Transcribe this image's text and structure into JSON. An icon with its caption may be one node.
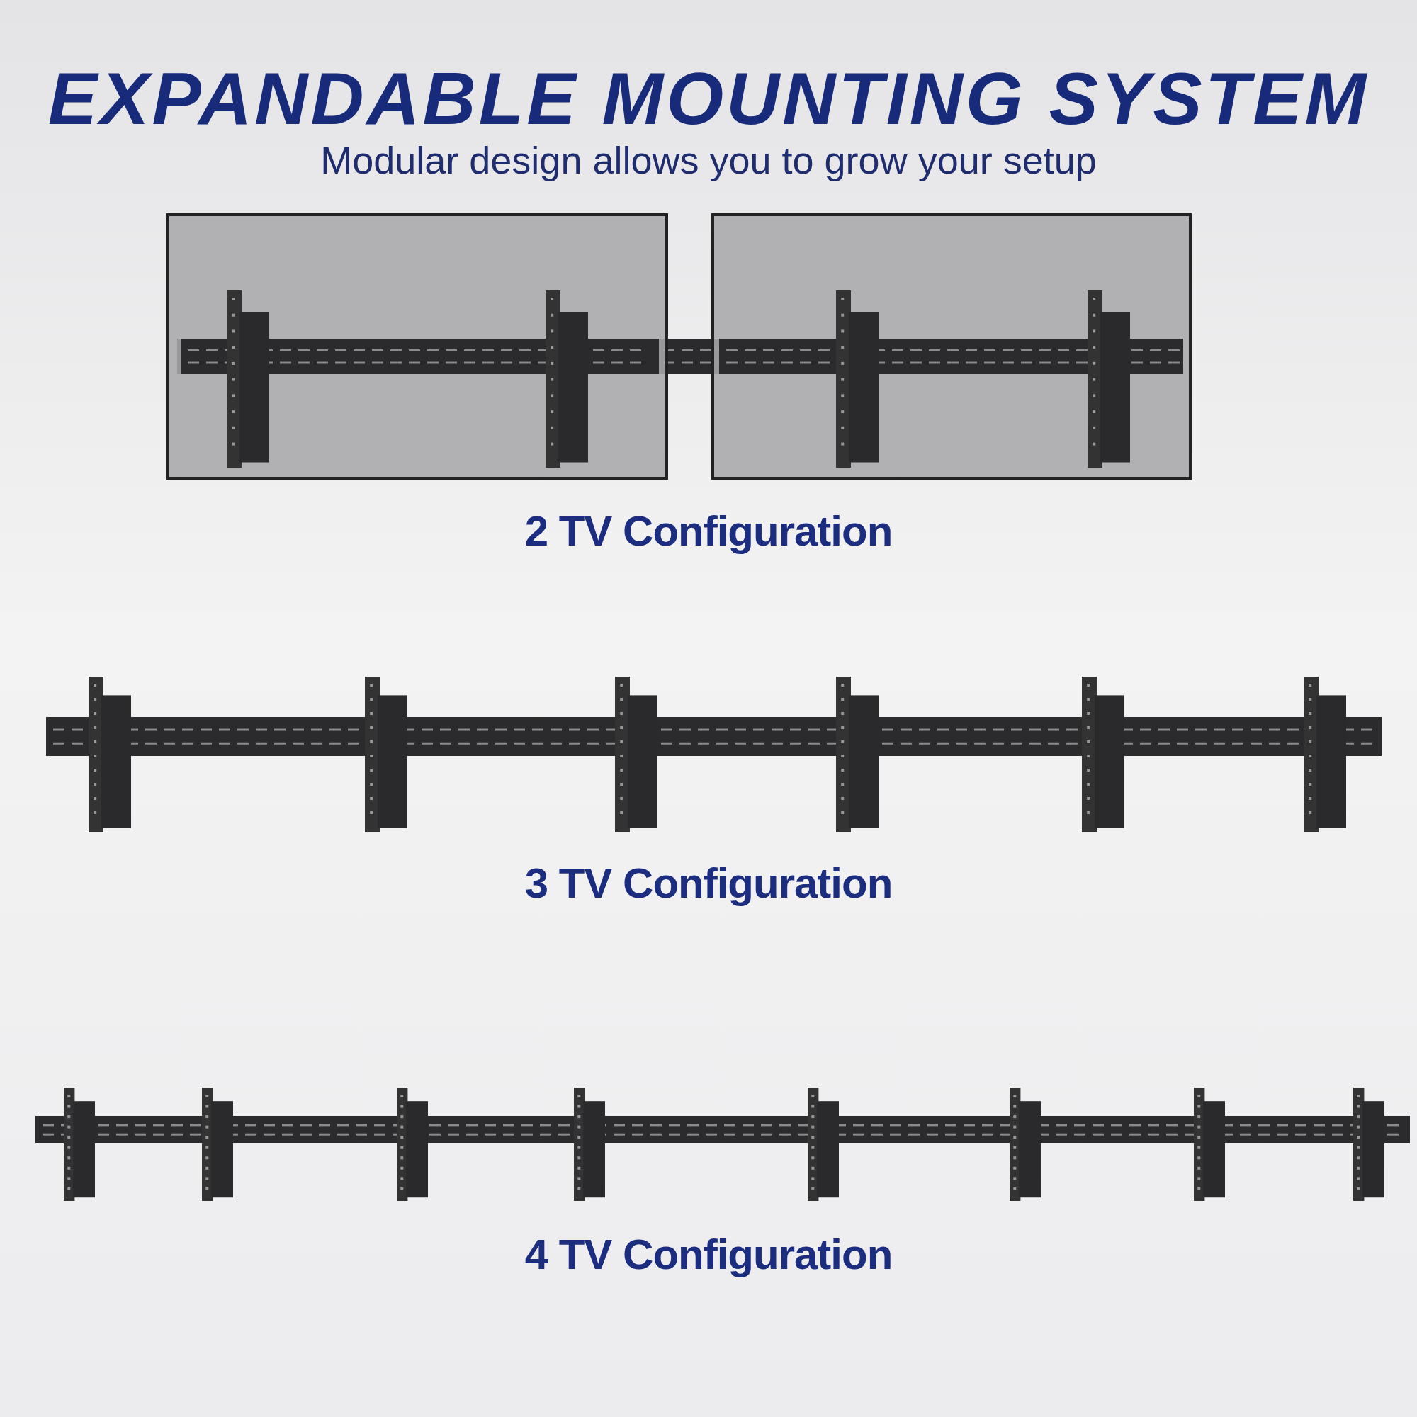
{
  "diagram": {
    "title": "EXPANDABLE MOUNTING SYSTEM",
    "labels": [
      "Modular design allows you to grow your setup",
      "2 TV Configuration",
      "3 TV Configuration",
      "4 TV Configuration"
    ]
  }
}
